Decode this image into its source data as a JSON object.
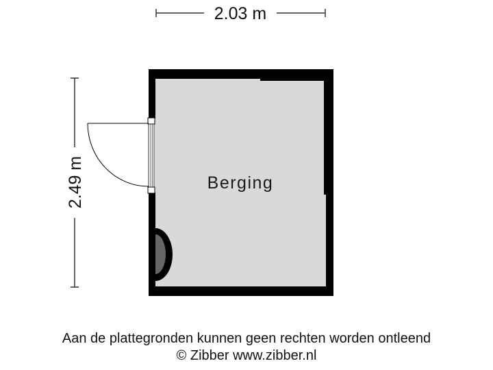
{
  "dimensions": {
    "width_label": "2.03 m",
    "height_label": "2.49 m"
  },
  "room": {
    "name": "Berging",
    "floor_color": "#d9d9d9",
    "wall_color": "#000000"
  },
  "footer": {
    "disclaimer": "Aan de plattegronden kunnen geen rechten worden ontleend",
    "copyright": "© Zibber www.zibber.nl"
  }
}
